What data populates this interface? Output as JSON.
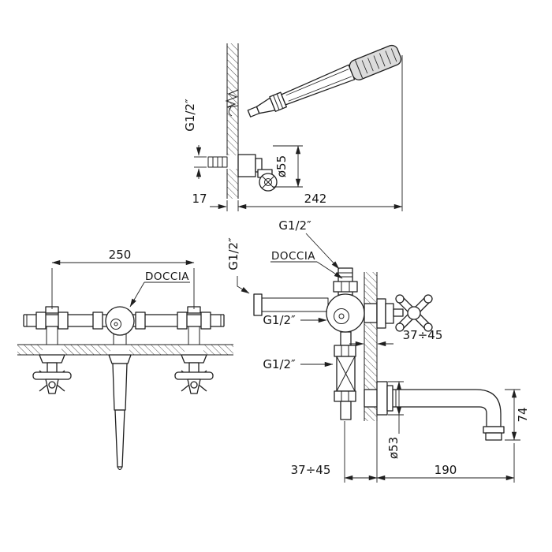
{
  "drawing": {
    "labels": {
      "thread_size": "G1/2″",
      "shower_port": "DOCCIA"
    },
    "dimensions": {
      "wall_thickness": "17",
      "handshower_reach": "242",
      "holder_diameter": "ø55",
      "valve_centers": "250",
      "embed_depth_range": "37÷45",
      "spout_drop_height": "74",
      "escutcheon_diameter": "ø53",
      "spout_reach": "190"
    }
  }
}
